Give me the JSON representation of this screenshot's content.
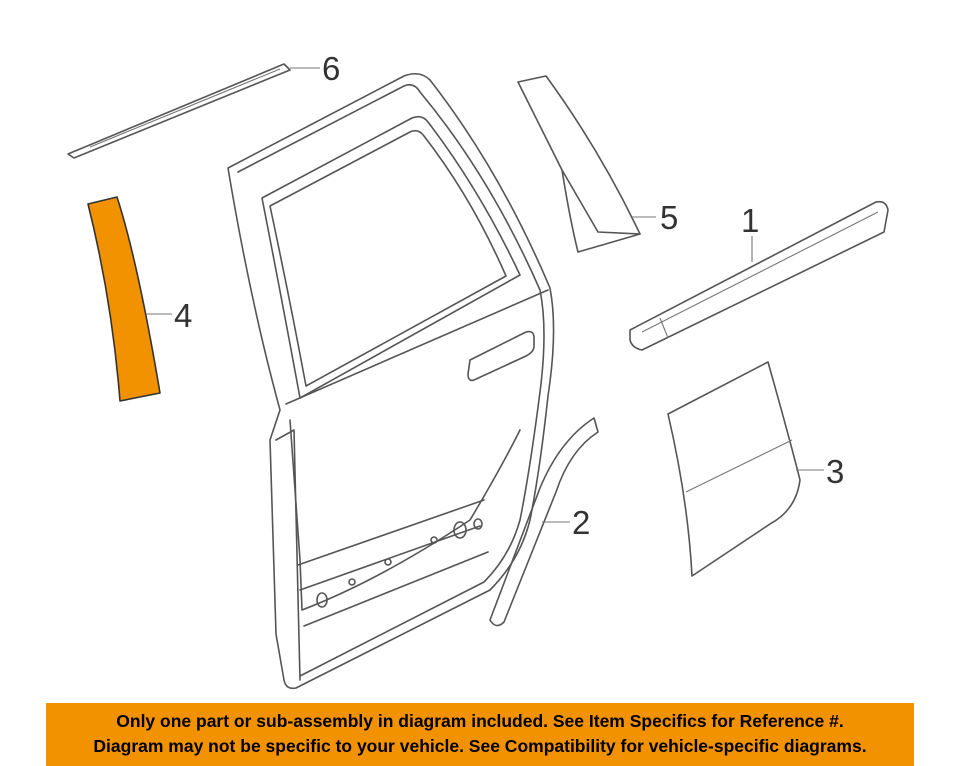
{
  "callouts": [
    "1",
    "2",
    "3",
    "4",
    "5",
    "6"
  ],
  "highlighted_part": "4",
  "colors": {
    "highlight": "#f39200",
    "banner": "#f39200",
    "linework": "#555555"
  },
  "notice": {
    "line1": "Only one part or sub-assembly in diagram included. See Item Specifics for Reference #.",
    "line2": "Diagram may not be specific to your vehicle. See Compatibility for vehicle-specific diagrams."
  }
}
